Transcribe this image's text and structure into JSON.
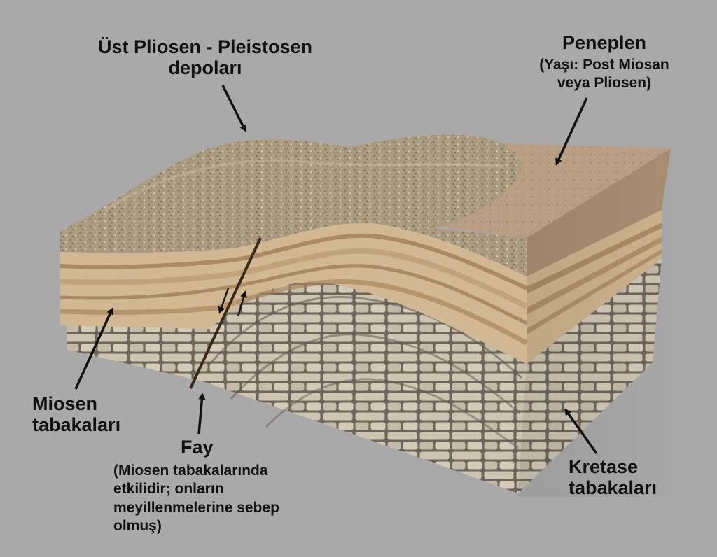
{
  "labels": {
    "ust_pliosen": {
      "line1": "Üst Pliosen - Pleistosen",
      "line2": "depoları"
    },
    "peneplen": {
      "title": "Peneplen",
      "sub1": "(Yaşı: Post Miosan",
      "sub2": "veya Pliosen)"
    },
    "miosen": {
      "line1": "Miosen",
      "line2": "tabakaları"
    },
    "fay": {
      "title": "Fay",
      "d1": "(Miosen tabakalarında",
      "d2": "etkilidir; onların",
      "d3": "meyillenmelerine sebep",
      "d4": "olmuş)"
    },
    "kretase": {
      "line1": "Kretase",
      "line2": "tabakaları"
    }
  },
  "colors": {
    "background": "#a9a9a9",
    "gravel": "#a99a7f",
    "peneplain": "#b89d82",
    "miocene_light": "#d2b892",
    "miocene_dark": "#9c7b55",
    "limestone": "#cbc2b0",
    "fault": "#3a2a1a",
    "arrow": "#111111"
  }
}
